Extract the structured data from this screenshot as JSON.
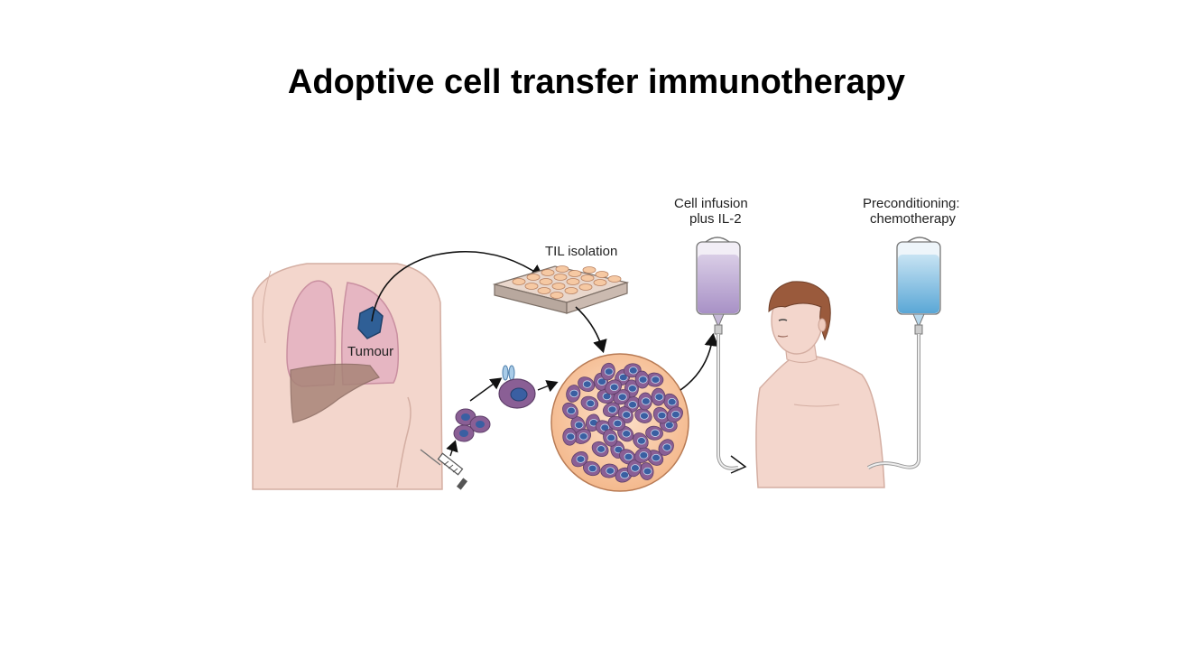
{
  "title": "Adoptive cell transfer immunotherapy",
  "labels": {
    "tumour": "Tumour",
    "til_isolation": "TIL isolation",
    "cell_infusion_line1": "Cell infusion",
    "cell_infusion_line2": "plus IL-2",
    "preconditioning_line1": "Preconditioning:",
    "preconditioning_line2": "chemotherapy"
  },
  "colors": {
    "skin": "#f3d9cf",
    "lung": "#e9bdc8",
    "tumour": "#2f5f96",
    "cell": "#8a5f95",
    "nucleus": "#3a5fa2",
    "infusion_bag": "#b7a3cf",
    "chemo_bag": "#7fb9df",
    "culture_bg": "#f8c9a5"
  }
}
